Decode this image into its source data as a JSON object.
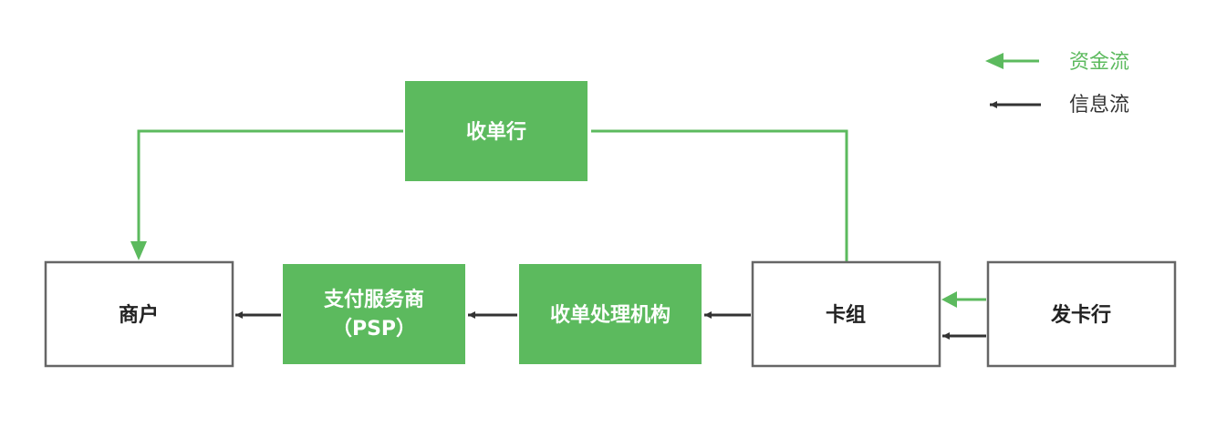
{
  "colors": {
    "green": "#5cba5e",
    "dark": "#333333",
    "border": "#666666",
    "white": "#ffffff"
  },
  "legend": {
    "fund_flow": "资金流",
    "info_flow": "信息流"
  },
  "nodes": {
    "acquirer": "收单行",
    "merchant": "商户",
    "psp_line1": "支付服务商",
    "psp_line2": "（PSP）",
    "processor": "收单处理机构",
    "card_org": "卡组",
    "issuer": "发卡行"
  }
}
